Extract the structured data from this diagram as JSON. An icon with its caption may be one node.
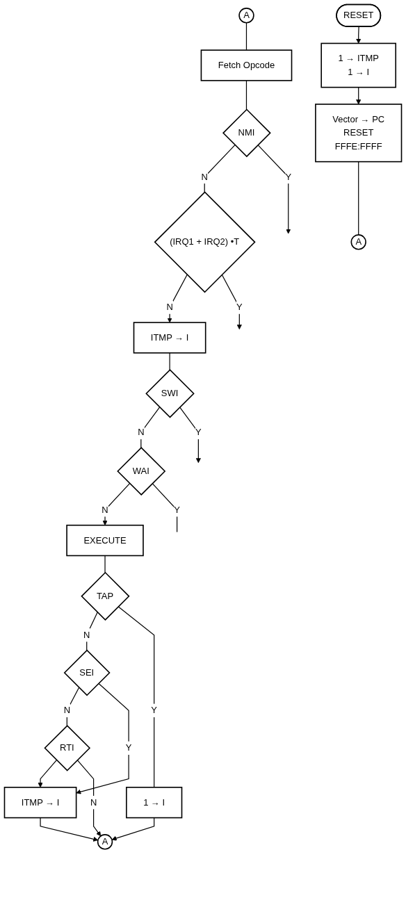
{
  "diagram": {
    "nodes": [
      {
        "text": [
          "A"
        ]
      },
      {
        "text": [
          "Fetch Opcode"
        ]
      },
      {
        "text": [
          "NMI"
        ]
      },
      {
        "text": [
          "(IRQ1 + IRQ2) •T"
        ]
      },
      {
        "text": [
          "ITMP → I"
        ]
      },
      {
        "text": [
          "SWI"
        ]
      },
      {
        "text": [
          "WAI"
        ]
      },
      {
        "text": [
          "EXECUTE"
        ]
      },
      {
        "text": [
          "TAP"
        ]
      },
      {
        "text": [
          "SEI"
        ]
      },
      {
        "text": [
          "RTI"
        ]
      },
      {
        "text": [
          "1 → I"
        ]
      },
      {
        "text": [
          "ITMP → I"
        ]
      },
      {
        "text": [
          "A"
        ]
      },
      {
        "text": [
          "RESET"
        ]
      },
      {
        "text": [
          "1 → ITMP",
          "1 → I"
        ]
      },
      {
        "text": [
          "Vector → PC",
          "RESET",
          "FFFE:FFFF"
        ]
      },
      {
        "text": [
          "A"
        ]
      }
    ],
    "edges": [
      {
        "from": 0,
        "to": 1,
        "arrow": "none"
      },
      {
        "from": 1,
        "to": 2,
        "arrow": "none"
      },
      {
        "from": 2,
        "to": 3,
        "arrow": "none",
        "label": "N"
      },
      {
        "from": 2,
        "to": null,
        "arrow": "to",
        "label": "Y"
      },
      {
        "from": 3,
        "to": 4,
        "arrow": "to",
        "label": "N"
      },
      {
        "from": 3,
        "to": null,
        "arrow": "to",
        "label": "Y"
      },
      {
        "from": 4,
        "to": 5,
        "arrow": "none"
      },
      {
        "from": 5,
        "to": 6,
        "arrow": "none",
        "label": "N"
      },
      {
        "from": 5,
        "to": null,
        "arrow": "to",
        "label": "Y"
      },
      {
        "from": 6,
        "to": 7,
        "arrow": "to",
        "label": "N"
      },
      {
        "from": 6,
        "to": null,
        "arrow": "none",
        "label": "Y"
      },
      {
        "from": 7,
        "to": 8,
        "arrow": "none"
      },
      {
        "from": 8,
        "to": 9,
        "arrow": "none",
        "label": "N"
      },
      {
        "from": 8,
        "to": 11,
        "arrow": "none",
        "label": "Y"
      },
      {
        "from": 9,
        "to": 10,
        "arrow": "none",
        "label": "N"
      },
      {
        "from": 9,
        "to": 12,
        "arrow": "to",
        "label": "Y"
      },
      {
        "from": 10,
        "to": 12,
        "arrow": "to"
      },
      {
        "from": 10,
        "to": 13,
        "arrow": "to",
        "label": "N"
      },
      {
        "from": 11,
        "to": 13,
        "arrow": "to"
      },
      {
        "from": 12,
        "to": 13,
        "arrow": "to"
      },
      {
        "from": 14,
        "to": 15,
        "arrow": "to"
      },
      {
        "from": 15,
        "to": 16,
        "arrow": "to"
      },
      {
        "from": 16,
        "to": 17,
        "arrow": "none"
      }
    ]
  }
}
